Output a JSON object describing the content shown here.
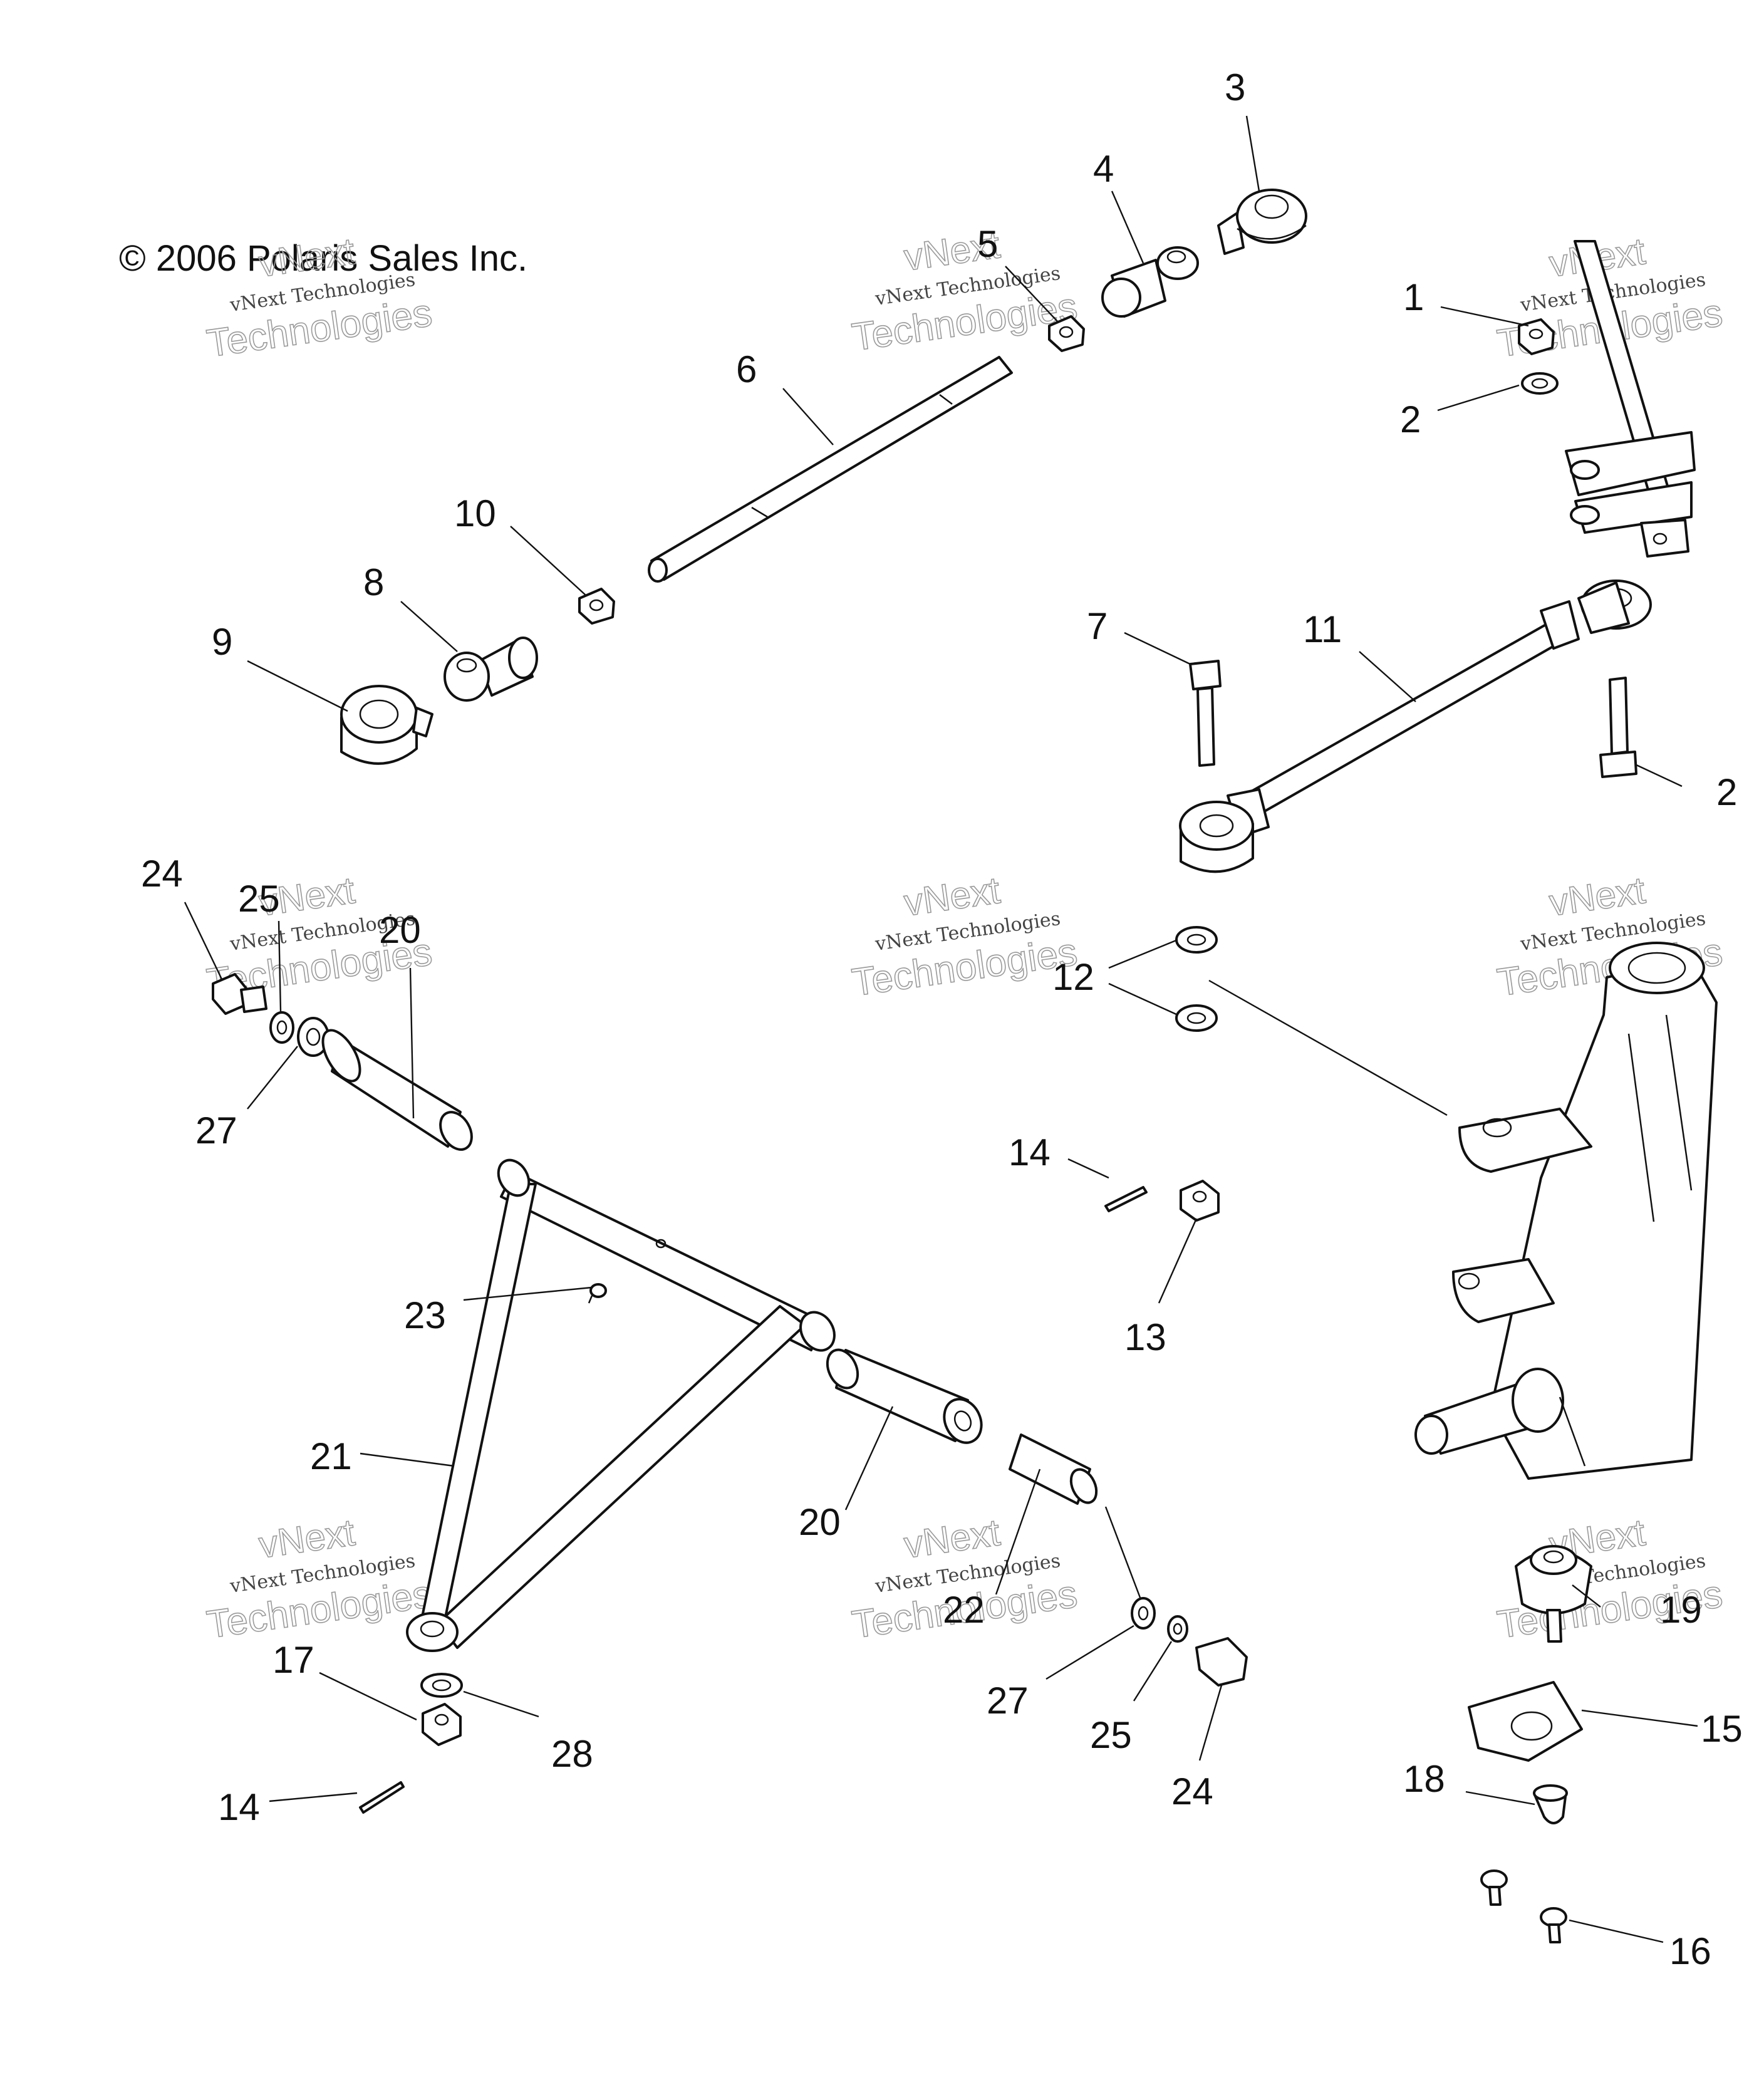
{
  "copyright": "© 2006 Polaris Sales Inc.",
  "watermark": {
    "line_small": "vNext Technologies",
    "line_large": "Technologies",
    "line_top": "vNext"
  },
  "callouts": [
    {
      "id": "c1",
      "text": "1"
    },
    {
      "id": "c2a",
      "text": "2"
    },
    {
      "id": "c2b",
      "text": "2"
    },
    {
      "id": "c3",
      "text": "3"
    },
    {
      "id": "c4",
      "text": "4"
    },
    {
      "id": "c5",
      "text": "5"
    },
    {
      "id": "c6",
      "text": "6"
    },
    {
      "id": "c7",
      "text": "7"
    },
    {
      "id": "c8",
      "text": "8"
    },
    {
      "id": "c9",
      "text": "9"
    },
    {
      "id": "c10",
      "text": "10"
    },
    {
      "id": "c11",
      "text": "11"
    },
    {
      "id": "c12",
      "text": "12"
    },
    {
      "id": "c13",
      "text": "13"
    },
    {
      "id": "c14a",
      "text": "14"
    },
    {
      "id": "c14b",
      "text": "14"
    },
    {
      "id": "c15",
      "text": "15"
    },
    {
      "id": "c16",
      "text": "16"
    },
    {
      "id": "c17",
      "text": "17"
    },
    {
      "id": "c18",
      "text": "18"
    },
    {
      "id": "c19",
      "text": "19"
    },
    {
      "id": "c20a",
      "text": "20"
    },
    {
      "id": "c20b",
      "text": "20"
    },
    {
      "id": "c21",
      "text": "21"
    },
    {
      "id": "c22",
      "text": "22"
    },
    {
      "id": "c23",
      "text": "23"
    },
    {
      "id": "c24a",
      "text": "24"
    },
    {
      "id": "c24b",
      "text": "24"
    },
    {
      "id": "c25a",
      "text": "25"
    },
    {
      "id": "c25b",
      "text": "25"
    },
    {
      "id": "c27a",
      "text": "27"
    },
    {
      "id": "c27b",
      "text": "27"
    },
    {
      "id": "c28",
      "text": "28"
    }
  ]
}
